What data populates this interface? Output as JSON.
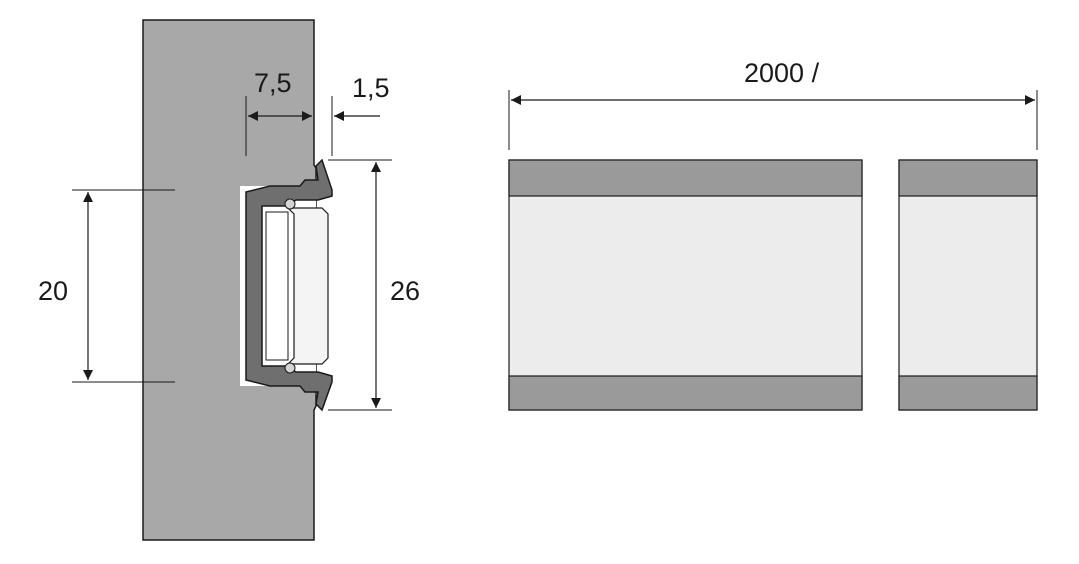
{
  "dimensions": {
    "top_left": "7,5",
    "top_right": "1,5",
    "left_height": "20",
    "profile_height": "26",
    "length": "2000 /"
  },
  "colors": {
    "wall": "#a8a8a8",
    "profile": "#6f6f6f",
    "profile_light": "#d4d4d4",
    "diffuser": "#f2f2f2",
    "strip_edge": "#9a9a9a",
    "strip_fill": "#ececec",
    "line": "#1a1a1a"
  }
}
